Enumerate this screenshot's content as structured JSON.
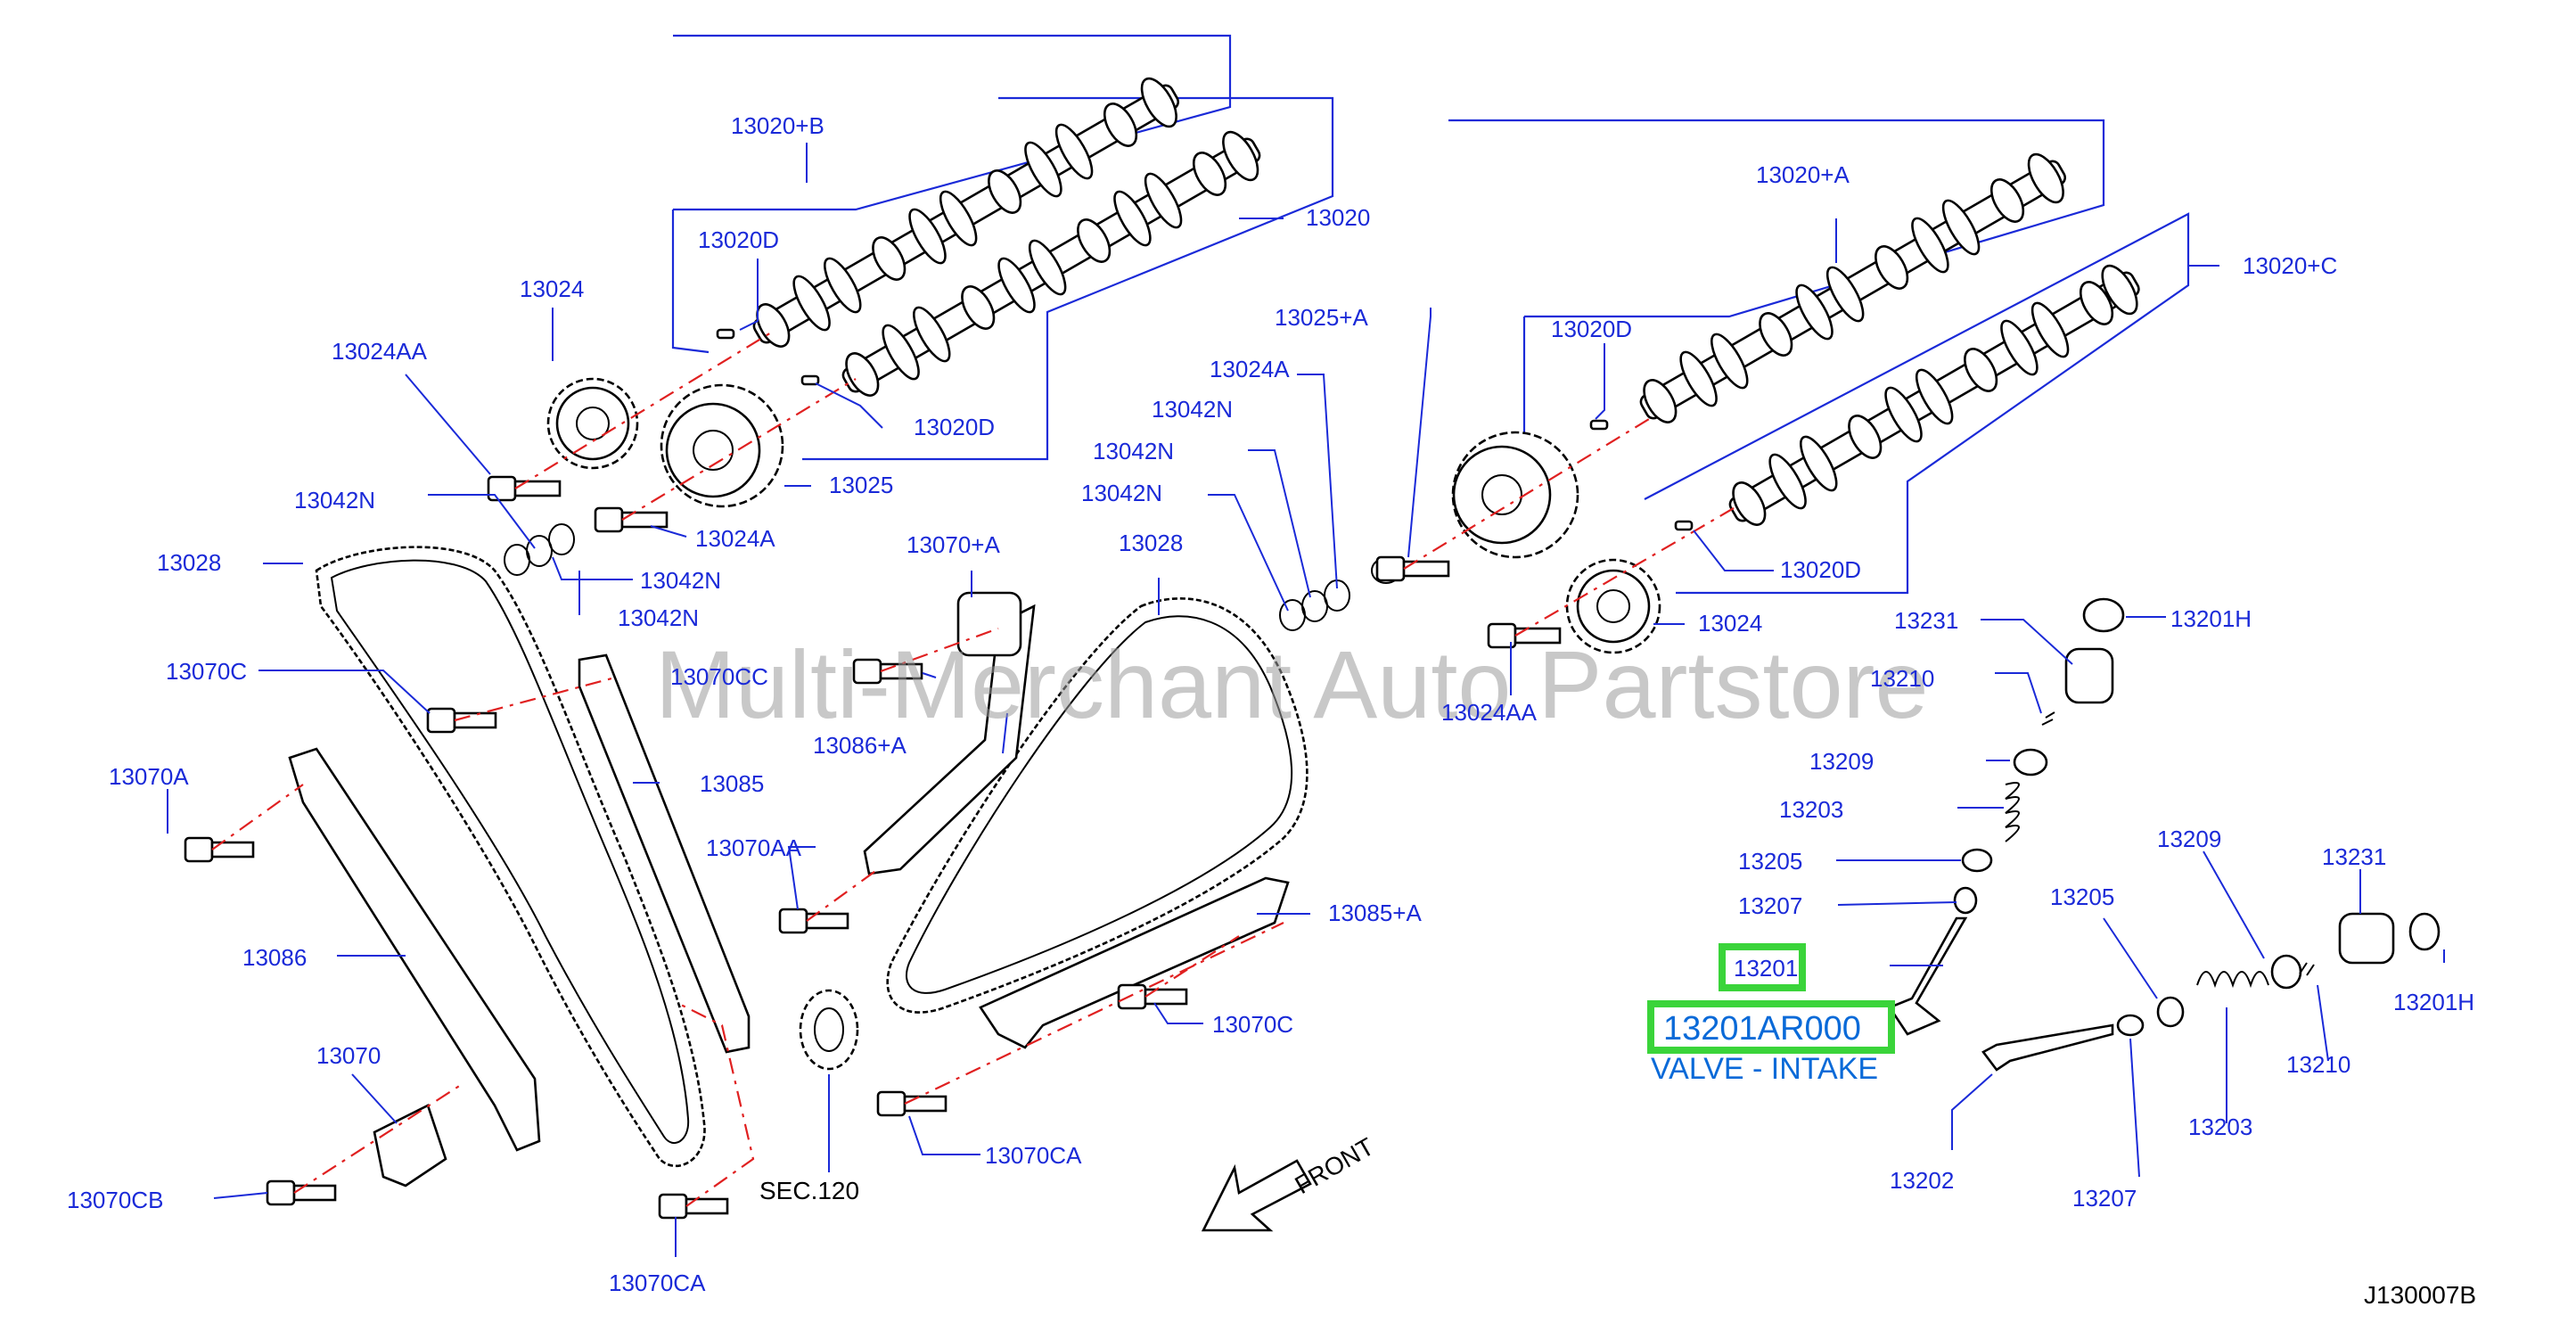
{
  "labels": {
    "l13020B": "13020+B",
    "l13020": "13020",
    "l13020A": "13020+A",
    "l13020C": "13020+C",
    "l13020D_1": "13020D",
    "l13020D_2": "13020D",
    "l13020D_3": "13020D",
    "l13020D_4": "13020D",
    "l13024_L": "13024",
    "l13024AA_L": "13024AA",
    "l13025": "13025",
    "l13024A_L": "13024A",
    "l13042N_1": "13042N",
    "l13042N_2": "13042N",
    "l13042N_3": "13042N",
    "l13025A": "13025+A",
    "l13024A_R": "13024A",
    "l13042N_4": "13042N",
    "l13042N_5": "13042N",
    "l13042N_6": "13042N",
    "l13024_R": "13024",
    "l13024AA_R": "13024AA",
    "l13028_L": "13028",
    "l13070C_L": "13070C",
    "l13070A": "13070A",
    "l13086": "13086",
    "l13070": "13070",
    "l13070CB": "13070CB",
    "l13070CA_L": "13070CA",
    "l13085": "13085",
    "l13070CC": "13070CC",
    "l13070A_plus": "13070+A",
    "l13086A": "13086+A",
    "l13070AA": "13070AA",
    "l13028_R": "13028",
    "l13085A": "13085+A",
    "l13070C_R": "13070C",
    "l13070CA_R": "13070CA",
    "lSEC120": "SEC.120",
    "l13231_L": "13231",
    "l13201H_L": "13201H",
    "l13210_L": "13210",
    "l13209_L": "13209",
    "l13203_L": "13203",
    "l13205_L": "13205",
    "l13207_L": "13207",
    "l13201": "13201",
    "l13209_R": "13209",
    "l13231_R": "13231",
    "l13205_R": "13205",
    "l13201H_R": "13201H",
    "l13210_R": "13210",
    "l13203_R": "13203",
    "l13202": "13202",
    "l13207_R": "13207",
    "front": "FRONT",
    "diagram_code": "J130007B"
  },
  "highlight": {
    "part_number": "13201AR000",
    "description": "VALVE - INTAKE",
    "box_color": "#3ad43a",
    "text_color": "#0a6ad8"
  },
  "watermark": "Multi-Merchant Auto Partstore",
  "colors": {
    "label": "#1a2ad8",
    "centerline": "#e02020",
    "parts": "#000000"
  }
}
